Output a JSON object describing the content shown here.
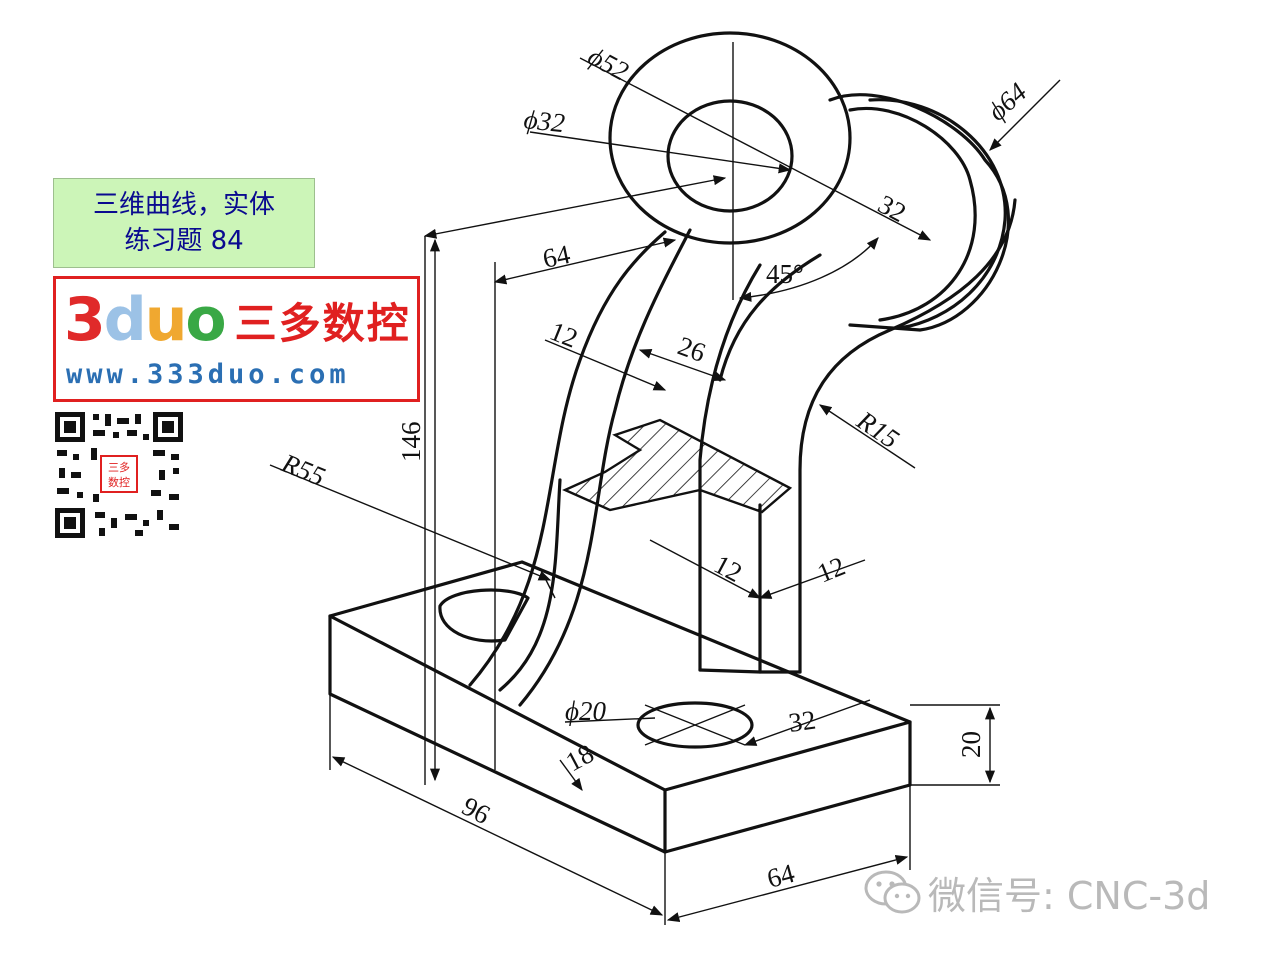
{
  "exercise_label": {
    "line1": "三维曲线，实体",
    "line2": "练习题 84"
  },
  "brand": {
    "logo_digit": "3",
    "logo_letters": [
      "d",
      "u",
      "o"
    ],
    "name": "三多数控",
    "url": "www.333duo.com",
    "qr_caption_line1": "三多",
    "qr_caption_line2": "数控"
  },
  "watermark": "微信号: CNC-3d",
  "dimensions": {
    "d52": "ϕ52",
    "d32": "ϕ32",
    "d64": "ϕ64",
    "len_32_top": "32",
    "angle_45": "45°",
    "len_64_top": "64",
    "len_12_arm": "12",
    "len_26": "26",
    "r15": "R15",
    "r55": "R55",
    "height_146": "146",
    "len_12_a": "12",
    "len_12_b": "12",
    "d20": "ϕ20",
    "len_32_base": "32",
    "len_18": "18",
    "height_20": "20",
    "len_96": "96",
    "len_64_base": "64"
  }
}
